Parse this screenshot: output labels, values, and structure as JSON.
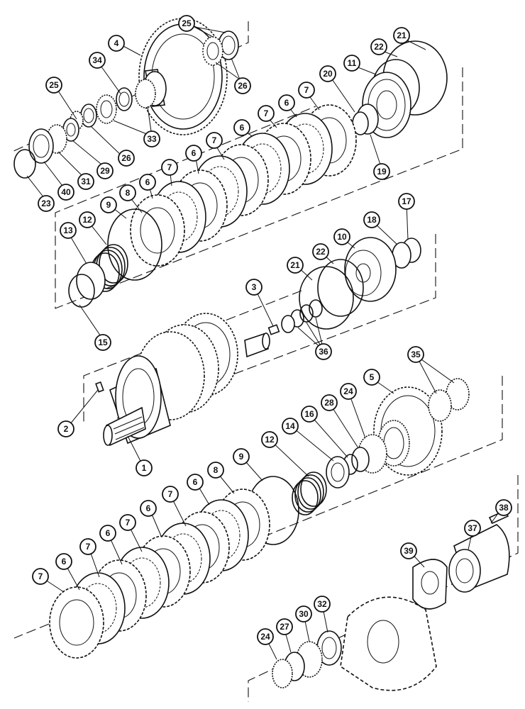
{
  "callouts": [
    {
      "label": "25",
      "target": "bearing-cone"
    },
    {
      "label": "4",
      "target": "upper-gear"
    },
    {
      "label": "26",
      "target": "bearing-cup"
    },
    {
      "label": "34",
      "target": "spacer"
    },
    {
      "label": "25",
      "target": "bearing-cone"
    },
    {
      "label": "33",
      "target": "needle-bearing"
    },
    {
      "label": "26",
      "target": "bearing-cup"
    },
    {
      "label": "29",
      "target": "washer"
    },
    {
      "label": "31",
      "target": "washer"
    },
    {
      "label": "40",
      "target": "bearing"
    },
    {
      "label": "23",
      "target": "snap-ring"
    },
    {
      "label": "21",
      "target": "seal-ring"
    },
    {
      "label": "22",
      "target": "o-ring"
    },
    {
      "label": "11",
      "target": "piston"
    },
    {
      "label": "20",
      "target": "seal"
    },
    {
      "label": "19",
      "target": "seal"
    },
    {
      "label": "7",
      "target": "steel-plate"
    },
    {
      "label": "6",
      "target": "friction-disc"
    },
    {
      "label": "7",
      "target": "steel-plate"
    },
    {
      "label": "6",
      "target": "friction-disc"
    },
    {
      "label": "7",
      "target": "steel-plate"
    },
    {
      "label": "6",
      "target": "friction-disc"
    },
    {
      "label": "7",
      "target": "steel-plate"
    },
    {
      "label": "6",
      "target": "friction-disc"
    },
    {
      "label": "8",
      "target": "pressure-plate"
    },
    {
      "label": "9",
      "target": "snap-ring"
    },
    {
      "label": "12",
      "target": "spring"
    },
    {
      "label": "13",
      "target": "washer"
    },
    {
      "label": "15",
      "target": "snap-ring"
    },
    {
      "label": "17",
      "target": "snap-ring"
    },
    {
      "label": "18",
      "target": "washer"
    },
    {
      "label": "10",
      "target": "piston"
    },
    {
      "label": "22",
      "target": "o-ring"
    },
    {
      "label": "21",
      "target": "seal-ring"
    },
    {
      "label": "3",
      "target": "plug"
    },
    {
      "label": "36",
      "target": "sealing-rings"
    },
    {
      "label": "2",
      "target": "pin"
    },
    {
      "label": "1",
      "target": "clutch-shaft"
    },
    {
      "label": "35",
      "target": "needle-bearing"
    },
    {
      "label": "5",
      "target": "lower-gear"
    },
    {
      "label": "24",
      "target": "thrust-bearing"
    },
    {
      "label": "28",
      "target": "washer"
    },
    {
      "label": "16",
      "target": "snap-ring"
    },
    {
      "label": "14",
      "target": "washer"
    },
    {
      "label": "12",
      "target": "spring"
    },
    {
      "label": "9",
      "target": "snap-ring"
    },
    {
      "label": "8",
      "target": "pressure-plate"
    },
    {
      "label": "6",
      "target": "friction-disc"
    },
    {
      "label": "7",
      "target": "steel-plate"
    },
    {
      "label": "6",
      "target": "friction-disc"
    },
    {
      "label": "7",
      "target": "steel-plate"
    },
    {
      "label": "6",
      "target": "friction-disc"
    },
    {
      "label": "7",
      "target": "steel-plate"
    },
    {
      "label": "6",
      "target": "friction-disc"
    },
    {
      "label": "7",
      "target": "steel-plate"
    },
    {
      "label": "38",
      "target": "bolt"
    },
    {
      "label": "37",
      "target": "pump-housing"
    },
    {
      "label": "39",
      "target": "gasket"
    },
    {
      "label": "32",
      "target": "bearing-cup"
    },
    {
      "label": "30",
      "target": "bearing-cone"
    },
    {
      "label": "27",
      "target": "washer"
    },
    {
      "label": "24",
      "target": "thrust-bearing"
    }
  ]
}
